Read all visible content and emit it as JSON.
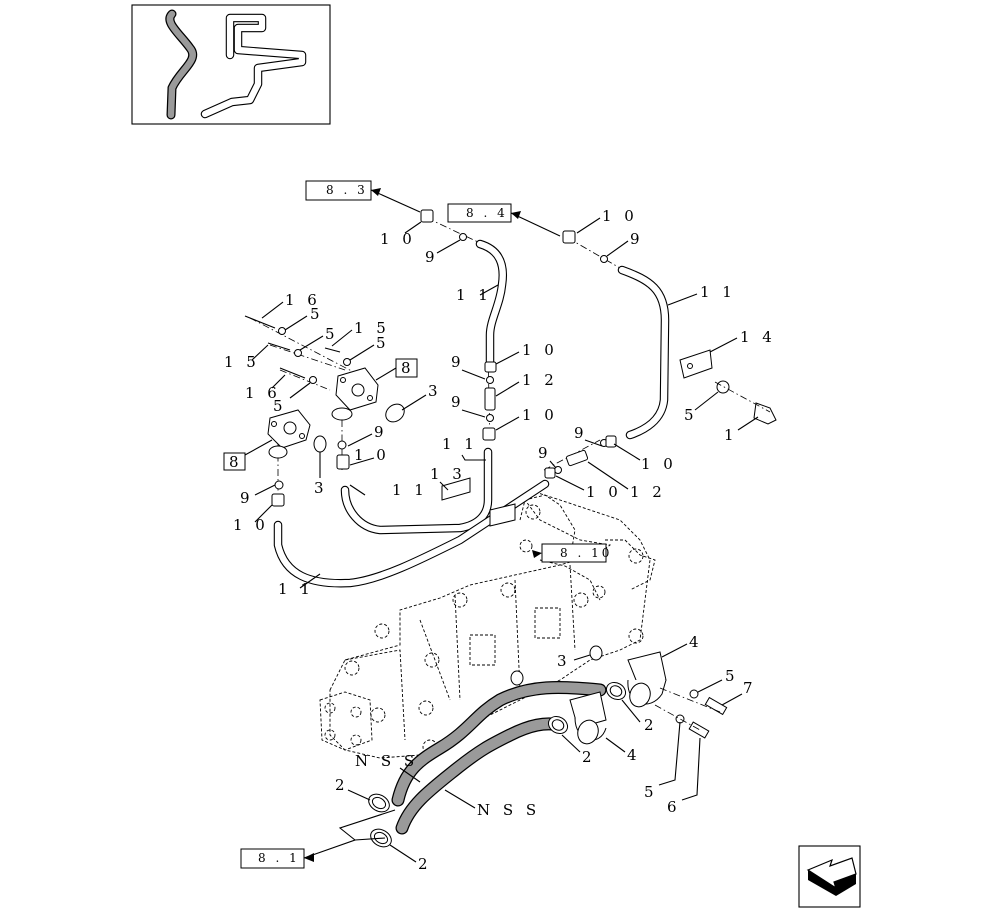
{
  "thumbnail": {
    "description_icon": "hose-pipe-thumbnail-icon"
  },
  "references": {
    "r1": "8 . 3",
    "r2": "8 . 4",
    "r3": "8 . 10",
    "r4": "8 . 1"
  },
  "boxed_labels": {
    "b1": "8",
    "b2": "8"
  },
  "callouts": {
    "c1": "1 0",
    "c2": "9",
    "c3": "1 0",
    "c4": "9",
    "c5": "1 1",
    "c6": "1 1",
    "c7": "1 4",
    "c8": "1 6",
    "c9": "5",
    "c10": "1 5",
    "c11": "5",
    "c12": "5",
    "c13": "1 5",
    "c14": "1 6",
    "c15": "5",
    "c16": "1 0",
    "c17": "9",
    "c18": "1 2",
    "c19": "9",
    "c20": "1 0",
    "c21": "3",
    "c22": "5",
    "c23": "1",
    "c24": "9",
    "c25": "1 0",
    "c26": "1 1",
    "c27": "9",
    "c28": "1 0",
    "c29": "3",
    "c30": "1 3",
    "c31": "1 1",
    "c32": "9",
    "c33": "1 0",
    "c34": "1 2",
    "c35": "9",
    "c36": "1 0",
    "c37": "1 1",
    "c38": "4",
    "c39": "3",
    "c40": "5",
    "c41": "7",
    "c42": "2",
    "c43": "2",
    "c44": "4",
    "c45": "N S S",
    "c46": "2",
    "c47": "N S S",
    "c48": "5",
    "c49": "6",
    "c50": "2"
  },
  "nav": {
    "icon": "next-page-arrow-icon"
  }
}
